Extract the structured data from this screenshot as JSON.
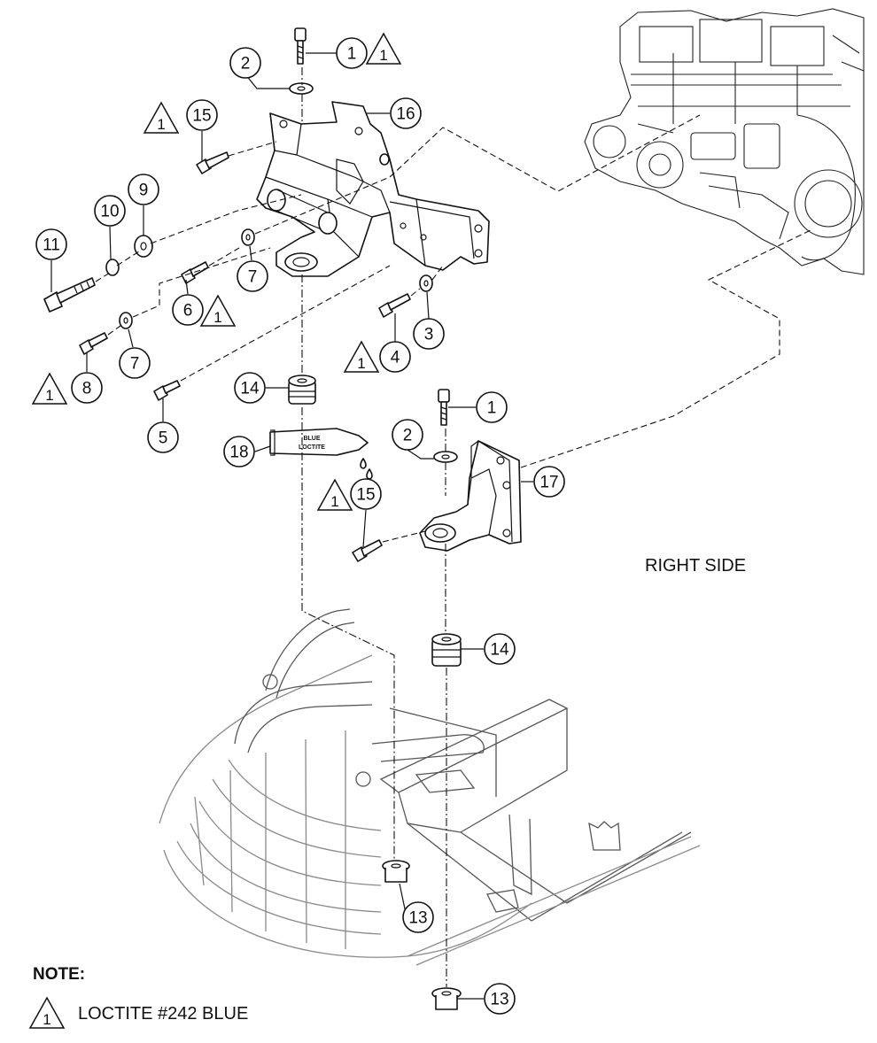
{
  "callouts": [
    {
      "id": "1a",
      "num": "1"
    },
    {
      "id": "2a",
      "num": "2"
    },
    {
      "id": "16",
      "num": "16"
    },
    {
      "id": "15a",
      "num": "15"
    },
    {
      "id": "9",
      "num": "9"
    },
    {
      "id": "10",
      "num": "10"
    },
    {
      "id": "11",
      "num": "11"
    },
    {
      "id": "7a",
      "num": "7"
    },
    {
      "id": "6",
      "num": "6"
    },
    {
      "id": "3",
      "num": "3"
    },
    {
      "id": "4",
      "num": "4"
    },
    {
      "id": "7b",
      "num": "7"
    },
    {
      "id": "8",
      "num": "8"
    },
    {
      "id": "14a",
      "num": "14"
    },
    {
      "id": "5",
      "num": "5"
    },
    {
      "id": "18",
      "num": "18"
    },
    {
      "id": "1b",
      "num": "1"
    },
    {
      "id": "2b",
      "num": "2"
    },
    {
      "id": "17",
      "num": "17"
    },
    {
      "id": "15b",
      "num": "15"
    },
    {
      "id": "14b",
      "num": "14"
    },
    {
      "id": "13a",
      "num": "13"
    },
    {
      "id": "13b",
      "num": "13"
    }
  ],
  "warning_symbol": "1",
  "side_label": "RIGHT SIDE",
  "tube_text": [
    "BLUE",
    "LOCTITE"
  ],
  "note": {
    "title": "NOTE:",
    "symbol": "1",
    "text": "LOCTITE #242 BLUE"
  }
}
